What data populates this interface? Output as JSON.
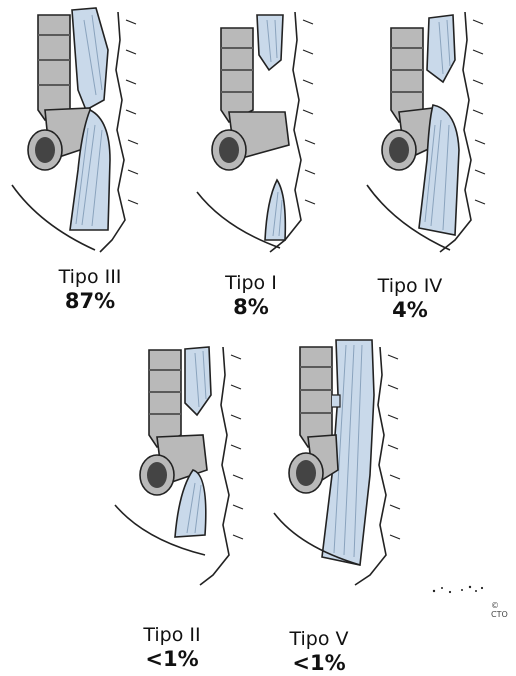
{
  "figure": {
    "panels": [
      {
        "name": "Tipo III",
        "percent": "87%"
      },
      {
        "name": "Tipo I",
        "percent": "8%"
      },
      {
        "name": "Tipo IV",
        "percent": "4%"
      },
      {
        "name": "Tipo II",
        "percent": "<1%"
      },
      {
        "name": "Tipo V",
        "percent": "<1%"
      }
    ],
    "copyright": "© CTO"
  },
  "colors": {
    "trachea_fill": "#b9b9b9",
    "trachea_dark": "#5a5a5a",
    "esophagus_fill": "#c9d9ea",
    "esophagus_line": "#8aa3bd",
    "outline": "#222222"
  }
}
